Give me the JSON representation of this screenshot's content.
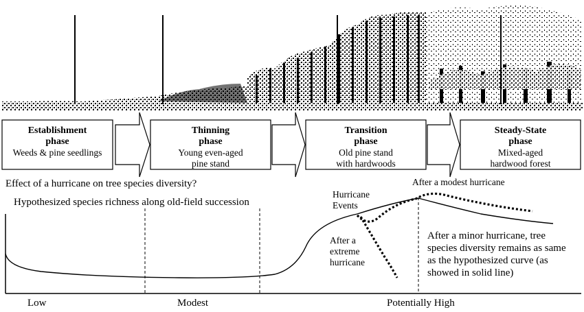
{
  "phases": [
    {
      "title1": "Establishment",
      "title2": "phase",
      "desc1": "Weeds & pine seedlings",
      "desc2": ""
    },
    {
      "title1": "Thinning",
      "title2": "phase",
      "desc1": "Young even-aged",
      "desc2": "pine stand"
    },
    {
      "title1": "Transition",
      "title2": "phase",
      "desc1": "Old pine stand",
      "desc2": "with hardwoods"
    },
    {
      "title1": "Steady-State",
      "title2": "phase",
      "desc1": "Mixed-aged",
      "desc2": "hardwood forest"
    }
  ],
  "question": "Effect of a hurricane on tree species diversity?",
  "curve_title": "Hypothesized species richness along old-field succession",
  "hurricane_events": [
    "Hurricane",
    "Events"
  ],
  "after_modest": "After a modest hurricane",
  "after_extreme": [
    "After a",
    "extreme",
    "hurricane"
  ],
  "after_minor": [
    "After a minor hurricane, tree",
    "species diversity remains as same",
    "as the hypothesized curve (as",
    "showed in solid line)"
  ],
  "axis_labels": [
    "Low",
    "Modest",
    "Potentially High"
  ]
}
